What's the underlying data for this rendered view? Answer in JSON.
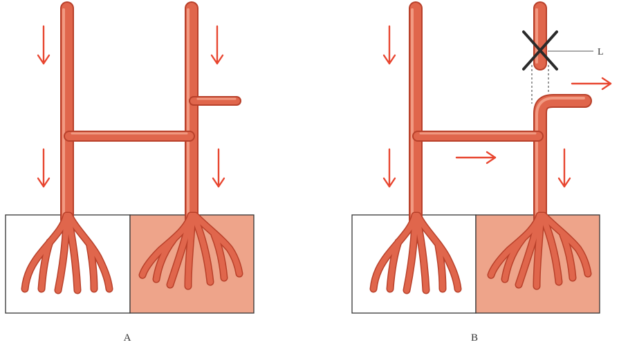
{
  "panels": [
    {
      "label": "A"
    },
    {
      "label": "B"
    }
  ],
  "ligature": {
    "label": "L"
  },
  "colors": {
    "vessel": "#e0664c",
    "vessel_dark": "#b8402a",
    "arrow": "#e8452f",
    "tissue_fill": "#eea48a",
    "box_border": "#333333"
  }
}
